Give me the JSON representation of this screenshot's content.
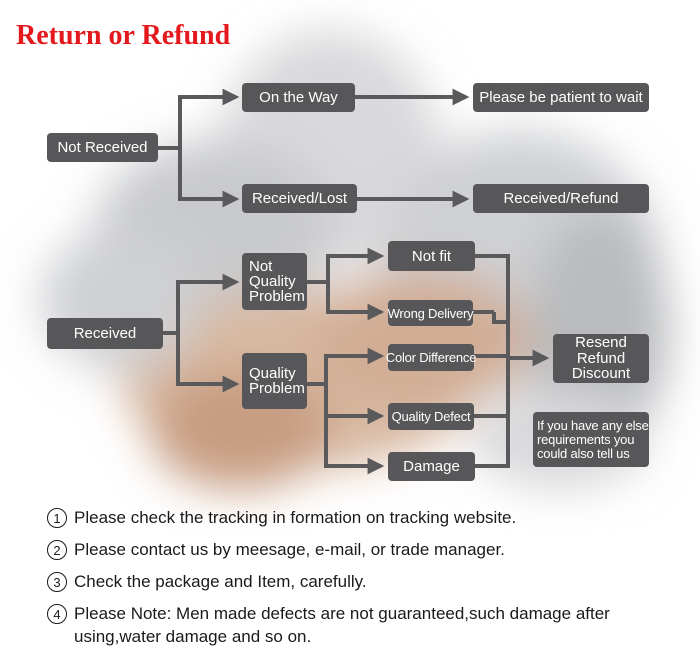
{
  "title": "Return or Refund",
  "nodes": {
    "not_received": "Not Received",
    "on_the_way": "On the Way",
    "please_be_patient": "Please be patient to wait",
    "received_lost": "Received/Lost",
    "received_refund": "Received/Refund",
    "received": "Received",
    "not_quality_problem": [
      "Not",
      "Quality",
      "Problem"
    ],
    "quality_problem": [
      "Quality",
      "Problem"
    ],
    "not_fit": "Not fit",
    "wrong_delivery": "Wrong Delivery",
    "color_difference": "Color Difference",
    "quality_defect": "Quality Defect",
    "damage": "Damage",
    "resend_refund_discount": [
      "Resend",
      "Refund",
      "Discount"
    ],
    "other_requirements": [
      "If you have any else",
      "requirements you",
      "could also tell us"
    ]
  },
  "notes": [
    {
      "num": "1",
      "text": "Please check the tracking in formation on tracking website."
    },
    {
      "num": "2",
      "text": "Please contact us by meesage, e-mail, or trade manager."
    },
    {
      "num": "3",
      "text": "Check the package and Item, carefully."
    },
    {
      "num": "4",
      "text": "Please Note: Men made defects  are not guaranteed,such damage after using,water damage and so on."
    }
  ],
  "colors": {
    "title": "#e3191e",
    "box": "#57575a",
    "box_text": "#ffffff",
    "arrow": "#5a5a5c"
  }
}
